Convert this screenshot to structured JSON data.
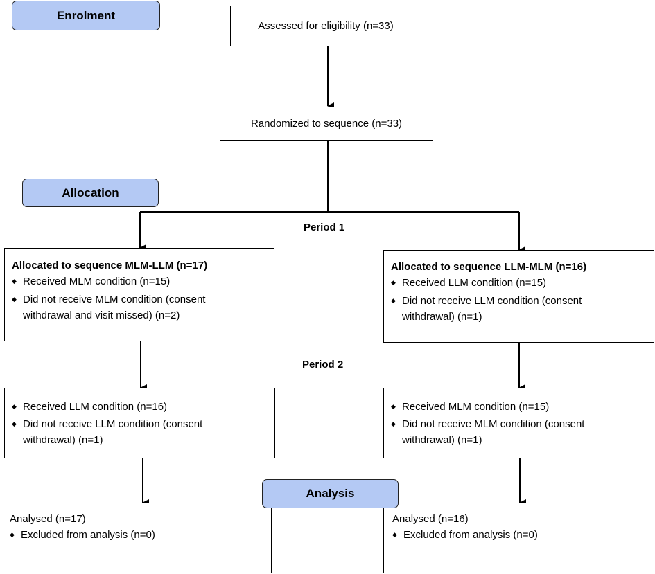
{
  "stages": {
    "enrolment": "Enrolment",
    "allocation": "Allocation",
    "analysis": "Analysis"
  },
  "assessed": "Assessed for eligibility (n=33)",
  "randomized": "Randomized to sequence (n=33)",
  "periods": {
    "p1": "Period 1",
    "p2": "Period 2"
  },
  "left": {
    "alloc_title": "Allocated to sequence MLM-LLM (n=17)",
    "alloc_items": [
      "Received MLM condition (n=15)",
      "Did not receive MLM condition (consent withdrawal and visit missed) (n=2)"
    ],
    "p2_items": [
      "Received LLM condition (n=16)",
      "Did not receive LLM condition (consent withdrawal) (n=1)"
    ],
    "analysis_title": "Analysed (n=17)",
    "analysis_items": [
      "Excluded from analysis (n=0)"
    ]
  },
  "right": {
    "alloc_title": "Allocated to sequence LLM-MLM (n=16)",
    "alloc_items": [
      "Received LLM condition (n=15)",
      "Did not receive LLM condition (consent withdrawal) (n=1)"
    ],
    "p2_items": [
      "Received MLM condition (n=15)",
      "Did not receive MLM condition (consent withdrawal) (n=1)"
    ],
    "analysis_title": "Analysed (n=16)",
    "analysis_items": [
      "Excluded from analysis (n=0)"
    ]
  },
  "bullet_glyph": "◆",
  "colors": {
    "stage_fill": "#b4c9f4",
    "line": "#000000"
  }
}
